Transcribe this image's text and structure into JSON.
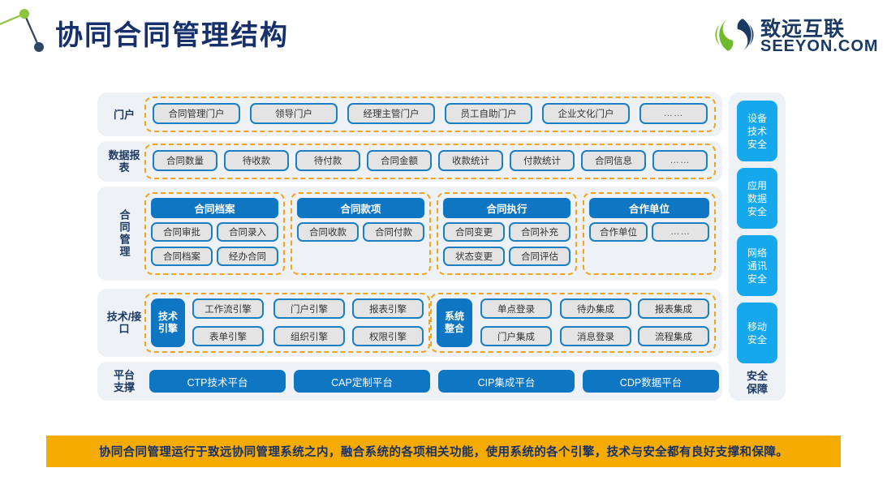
{
  "header": {
    "title": "协同合同管理结构",
    "logo_cn": "致远互联",
    "logo_en": "SEEYON.COM",
    "colors": {
      "title": "#16306b",
      "deco_green": "#8cc63f",
      "deco_navy": "#2d4665",
      "logo_navy": "#1b3a63"
    }
  },
  "diagram": {
    "rows": [
      {
        "label": "门户",
        "items": [
          {
            "text": "合同管理门户"
          },
          {
            "text": "领导门户"
          },
          {
            "text": "经理主管门户"
          },
          {
            "text": "员工自助门户"
          },
          {
            "text": "企业文化门户"
          },
          {
            "text": "……"
          }
        ]
      },
      {
        "label": "数据报表",
        "items": [
          {
            "text": "合同数量"
          },
          {
            "text": "待收款"
          },
          {
            "text": "待付款"
          },
          {
            "text": "合同金额"
          },
          {
            "text": "收款统计"
          },
          {
            "text": "付款统计"
          },
          {
            "text": "合同信息"
          },
          {
            "text": "……"
          }
        ]
      },
      {
        "label": "合同管理",
        "groups": [
          {
            "header": "合同档案",
            "items": [
              "合同审批",
              "合同录入",
              "合同档案",
              "经办合同"
            ]
          },
          {
            "header": "合同款项",
            "items": [
              "合同收款",
              "合同付款"
            ]
          },
          {
            "header": "合同执行",
            "items": [
              "合同变更",
              "合同补充",
              "状态变更",
              "合同评估"
            ]
          },
          {
            "header": "合作单位",
            "items": [
              "合作单位",
              "……"
            ]
          }
        ]
      },
      {
        "label": "技术/接口",
        "groups": [
          {
            "anchor": "技术引擎",
            "items": [
              "工作流引擎",
              "门户引擎",
              "报表引擎",
              "表单引擎",
              "组织引擎",
              "权限引擎"
            ]
          },
          {
            "anchor": "系统整合",
            "items": [
              "单点登录",
              "待办集成",
              "报表集成",
              "门户集成",
              "消息登录",
              "流程集成"
            ]
          }
        ]
      },
      {
        "label": "平台支撑",
        "platforms": [
          "CTP技术平台",
          "CAP定制平台",
          "CIP集成平台",
          "CDP数据平台"
        ]
      }
    ],
    "colors": {
      "row_bg": "#eef1f5",
      "dashed_border": "#f5a31a",
      "pill_bg": "#e4e4e4",
      "pill_border": "#1b7fc4",
      "blue": "#0f76c4",
      "label": "#1b3a63"
    }
  },
  "security": {
    "items": [
      "设备技术安全",
      "应用数据安全",
      "网络通讯安全",
      "移动安全"
    ],
    "label": "安全保障",
    "colors": {
      "box": "#16a8ec",
      "bg": "#eef1f5",
      "label": "#1b3a63"
    }
  },
  "banner": {
    "text": "协同合同管理运行于致远协同管理系统之内，融合系统的各项相关功能，使用系统的各个引擎，技术与安全都有良好支撑和保障。",
    "colors": {
      "bg": "#f5ab00",
      "text": "#16306b"
    }
  }
}
